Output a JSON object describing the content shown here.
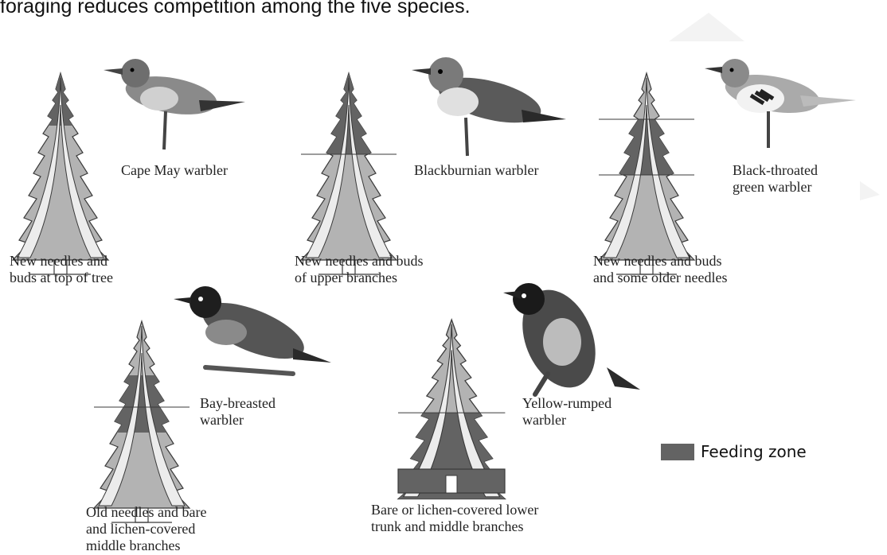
{
  "caption": "foraging reduces competition among the five species.",
  "colors": {
    "light_zone": "#b3b3b3",
    "feeding_zone": "#636363",
    "trunk_band": "#ececec",
    "outline": "#3a3a3a"
  },
  "legend": {
    "label": "Feeding zone"
  },
  "species": [
    {
      "name": "Cape May warbler",
      "zone_line1": "New needles and",
      "zone_line2": "buds at top of tree"
    },
    {
      "name": "Blackburnian warbler",
      "zone_line1": "New needles and buds",
      "zone_line2": "of upper branches"
    },
    {
      "name_line1": "Black-throated",
      "name_line2": "green warbler",
      "zone_line1": "New needles and buds",
      "zone_line2": "and some older needles"
    },
    {
      "name_line1": "Bay-breasted",
      "name_line2": "warbler",
      "zone_line1": "Old needles and bare",
      "zone_line2": "and lichen-covered",
      "zone_line3": "middle branches"
    },
    {
      "name_line1": "Yellow-rumped",
      "name_line2": "warbler",
      "zone_line1": "Bare or lichen-covered lower",
      "zone_line2": "trunk and middle branches"
    }
  ]
}
